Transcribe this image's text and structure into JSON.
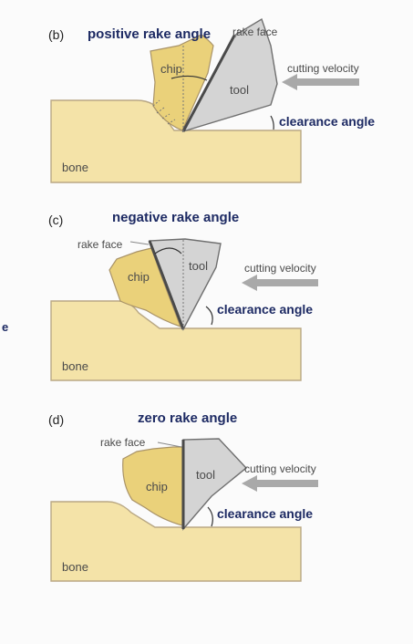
{
  "panels": [
    {
      "label": "(b)",
      "title": "positive rake angle",
      "rake_face_label": "rake face",
      "cutting_velocity_label": "cutting velocity",
      "tool_label": "tool",
      "chip_label": "chip",
      "clearance_angle_label": "clearance angle",
      "bone_label": "bone"
    },
    {
      "label": "(c)",
      "title": "negative rake angle",
      "rake_face_label": "rake face",
      "cutting_velocity_label": "cutting velocity",
      "tool_label": "tool",
      "chip_label": "chip",
      "clearance_angle_label": "clearance angle",
      "bone_label": "bone"
    },
    {
      "label": "(d)",
      "title": "zero rake angle",
      "rake_face_label": "rake face",
      "cutting_velocity_label": "cutting velocity",
      "tool_label": "tool",
      "chip_label": "chip",
      "clearance_angle_label": "clearance angle",
      "bone_label": "bone"
    }
  ],
  "margin_fragment": "e",
  "colors": {
    "bone_fill": "#f4e3a8",
    "chip_fill": "#ead17a",
    "tool_fill": "#d4d4d4",
    "title_text": "#1d2a63",
    "arrow": "#a9a9a9"
  }
}
